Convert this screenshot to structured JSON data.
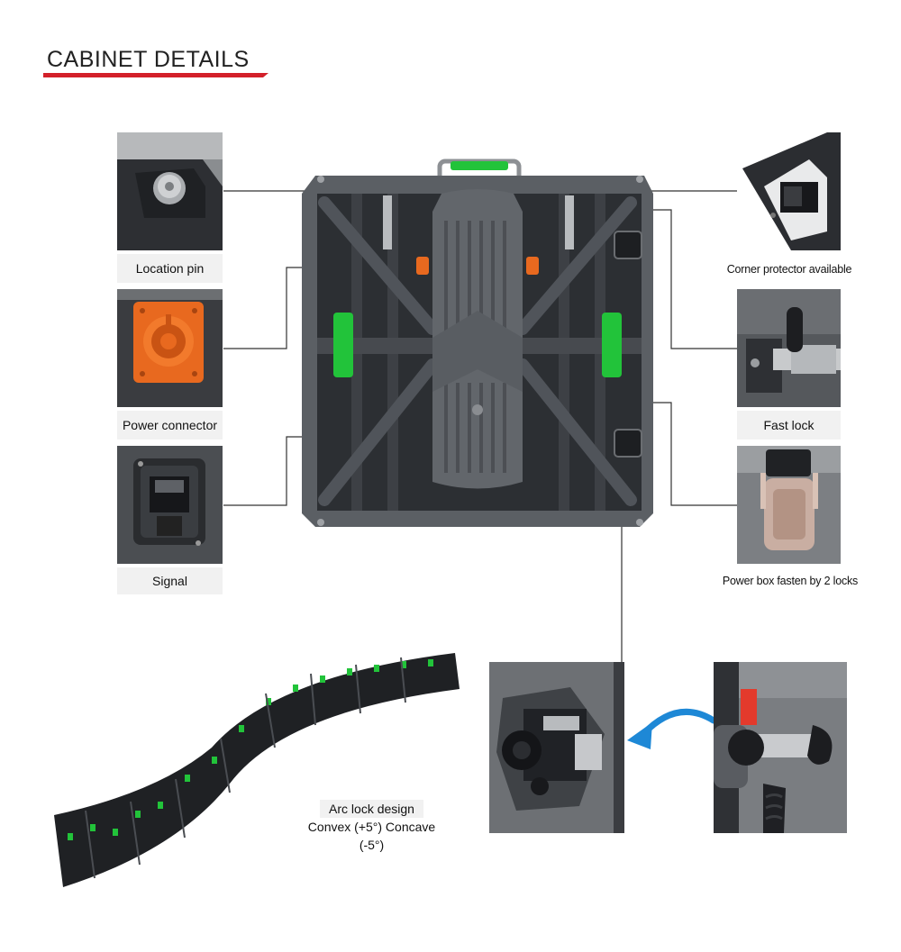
{
  "header": {
    "title": "CABINET DETAILS",
    "underline_color": "#d3202a"
  },
  "left_callouts": [
    {
      "label": "Location pin",
      "icon": "location-pin-photo"
    },
    {
      "label": "Power connector",
      "icon": "power-connector-photo",
      "accent": "#e8691f"
    },
    {
      "label": "Signal",
      "icon": "signal-port-photo"
    }
  ],
  "right_callouts": [
    {
      "label": "Corner protector available",
      "icon": "corner-protector-photo"
    },
    {
      "label": "Fast lock",
      "icon": "fast-lock-photo"
    },
    {
      "label": "Power box fasten by 2 locks",
      "icon": "latch-lock-photo"
    }
  ],
  "arc_lock": {
    "title": "Arc lock design",
    "subtitle": "Convex (+5°) Concave (-5°)"
  },
  "colors": {
    "cabinet_body": "#4a4d52",
    "cabinet_frame": "#5b5f64",
    "accent_green": "#22c33a",
    "accent_orange": "#e8691f",
    "arrow_blue": "#1e88d6"
  }
}
